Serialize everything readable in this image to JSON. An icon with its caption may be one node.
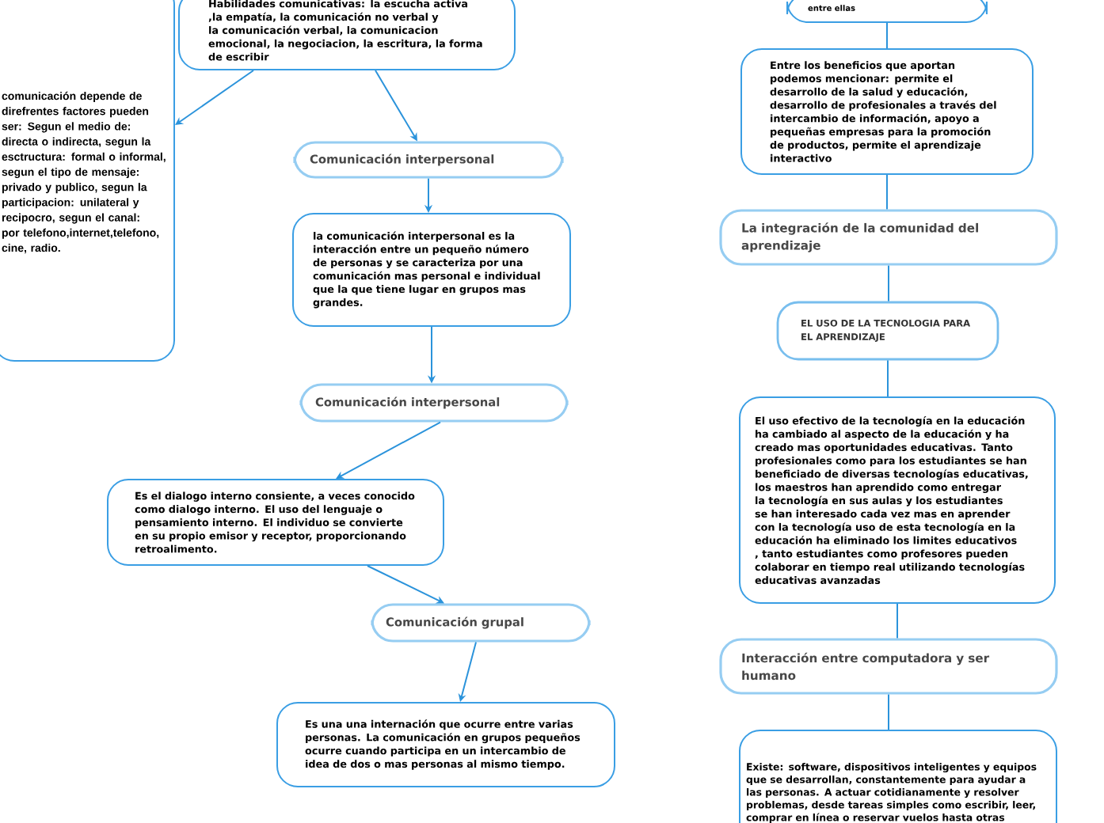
{
  "diagram": {
    "nodes": [
      {
        "text": [
          "comunicación depende de direfrentes factores pueden ser: Segun el medio de: directa o indirecta, segun la esctructura: formal o informal, segun el tipo de mensaje: privado y publico, segun la participacion: unilateral y recipocro, segun el canal: por telefono,internet,telefono, cine, radio."
        ]
      },
      {
        "text": [
          "Habilidades comunicativas: la escucha activa ,la empatía, la comunicación no verbal y la comunicación verbal, la comunicacion emocional, la negociacion, la escritura, la forma de escribir"
        ]
      },
      {
        "text": [
          "Comunicación interpersonal"
        ]
      },
      {
        "text": [
          "la comunicación interpersonal es la interacción entre un pequeño número de personas y se caracteriza por una comunicación mas personal e individual que la que tiene lugar en grupos mas grandes."
        ]
      },
      {
        "text": [
          "Comunicación interpersonal"
        ]
      },
      {
        "text": [
          "Es el dialogo interno consiente, a veces conocido como dialogo interno. El uso del lenguaje o pensamiento interno. El individuo se convierte  en su propio emisor y receptor, proporcionando retroalimento."
        ]
      },
      {
        "text": [
          "Comunicación grupal"
        ]
      },
      {
        "text": [
          "Es una una internación que ocurre entre varias personas. La comunicación en grupos pequeños ocurre cuando participa en un intercambio de idea de dos o mas personas al mismo tiempo."
        ]
      },
      {
        "text": [
          "entre ellas"
        ]
      },
      {
        "text": [
          "Entre los beneficios que aportan podemos mencionar: permite el desarrollo de la salud y educación, desarrollo de profesionales a través del intercambio de información, apoyo a pequeñas empresas para la promoción de productos, permite el aprendizaje interactivo"
        ]
      },
      {
        "text": [
          "La integración de la comunidad del aprendizaje"
        ]
      },
      {
        "text": [
          "EL USO DE LA TECNOLOGIA PARA EL APRENDIZAJE"
        ]
      },
      {
        "text": [
          "El uso efectivo de la tecnología en la educación ha cambiado al aspecto de la educación y ha creado mas oportunidades educativas. Tanto profesionales como para los estudiantes se han beneficiado de diversas tecnologías educativas, los maestros han aprendido como entregar la tecnología en sus aulas y los estudiantes se han interesado cada vez mas en aprender con la tecnología uso de esta tecnología en la educación ha eliminado los limites educativos , tanto estudiantes como profesores pueden colaborar en tiempo real utilizando tecnologías educativas avanzadas"
        ]
      },
      {
        "text": [
          "Interacción entre computadora y ser humano"
        ]
      },
      {
        "text": [
          "Existe: software, dispositivos inteligentes y equipos que se desarrollan, constantemente para ayudar a las personas. A actuar cotidianamente y resolver problemas, desde tareas simples como escribir, leer, comprar en línea o reservar vuelos hasta otras"
        ]
      }
    ],
    "edges": [
      {
        "from": 1,
        "to": 0,
        "arrow": "to"
      },
      {
        "from": 1,
        "to": 2,
        "arrow": "to"
      },
      {
        "from": 2,
        "to": 3,
        "arrow": "to"
      },
      {
        "from": 3,
        "to": 4,
        "arrow": "to"
      },
      {
        "from": 4,
        "to": 5,
        "arrow": "to"
      },
      {
        "from": 5,
        "to": 6,
        "arrow": "to"
      },
      {
        "from": 6,
        "to": 7,
        "arrow": "to"
      },
      {
        "from": 8,
        "to": 9,
        "arrow": "none"
      },
      {
        "from": 9,
        "to": 10,
        "arrow": "none"
      },
      {
        "from": 10,
        "to": 11,
        "arrow": "none"
      },
      {
        "from": 11,
        "to": 12,
        "arrow": "none"
      },
      {
        "from": 12,
        "to": 13,
        "arrow": "none"
      },
      {
        "from": 13,
        "to": 14,
        "arrow": "none"
      }
    ]
  }
}
